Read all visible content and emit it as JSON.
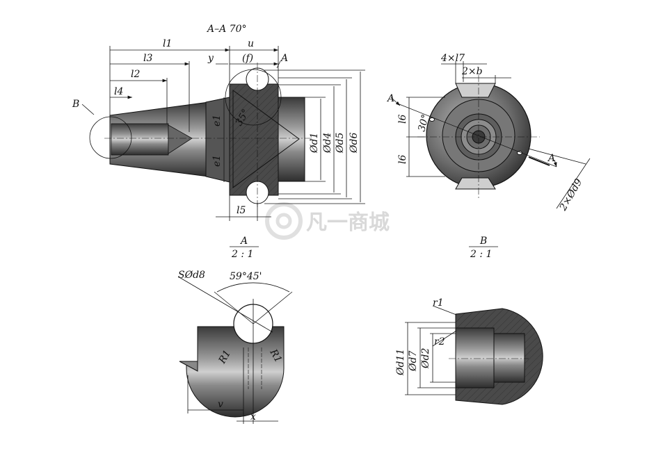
{
  "labels": {
    "section_title": "A–A 70°",
    "l1": "l1",
    "l3": "l3",
    "l2": "l2",
    "l4": "l4",
    "l5": "l5",
    "l6a": "l6",
    "l6b": "l6",
    "l7": "4×l7",
    "u": "u",
    "f": "(f)",
    "y": "y",
    "a_top": "A",
    "a_left": "A",
    "a_right": "A",
    "b_left": "B",
    "e1a": "e1",
    "e1b": "e1",
    "angle35": "35°",
    "angle30": "30°",
    "d1": "Ød1",
    "d4": "Ød4",
    "d5": "Ød5",
    "d6": "Ød6",
    "d9": "2×Ød9",
    "b": "2×b",
    "view_a_letter": "A",
    "view_a_scale": "2 : 1",
    "view_b_letter": "B",
    "view_b_scale": "2 : 1",
    "sd8": "SØd8",
    "angle5945": "59°45'",
    "r1a": "R1",
    "r1b": "R1",
    "v": "v",
    "x": "x",
    "r1_detail": "r1",
    "r2": "r2",
    "d11": "Ød11",
    "d7": "Ød7",
    "d2": "Ød2",
    "watermark": "凡一商城"
  }
}
